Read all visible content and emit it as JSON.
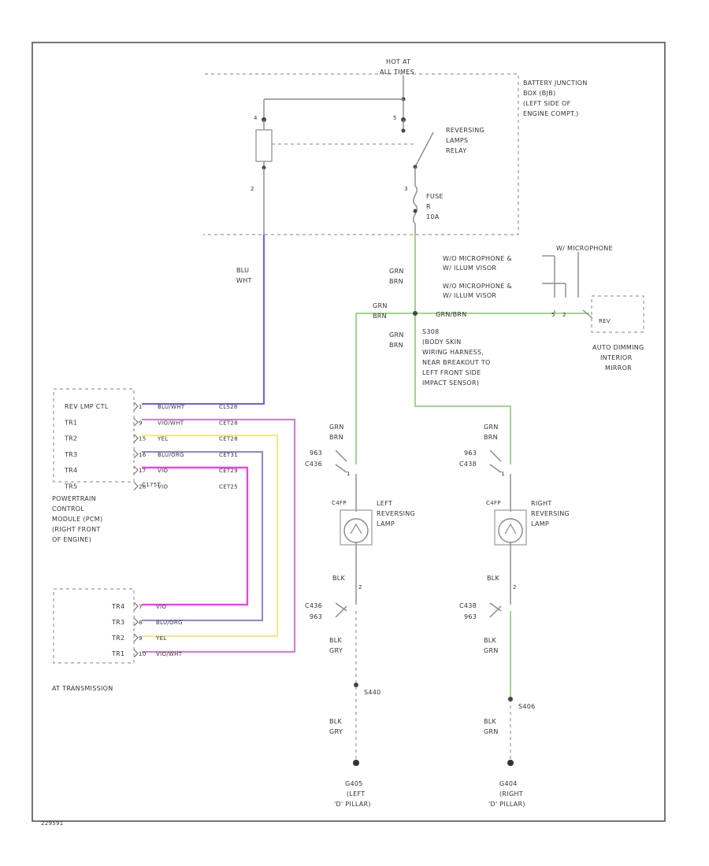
{
  "colors": {
    "blue_wire": "#6a5cff",
    "green_wire": "#9bd88a",
    "violet_wire": "#e070e8",
    "yellow_wire": "#eeee7a",
    "magenta_wire": "#ff33ff",
    "light_pink_wire": "#f2a0e0",
    "gray_wire": "#8a8a8a"
  },
  "header": {
    "hot_line1": "HOT AT",
    "hot_line2": "ALL TIMES"
  },
  "bjb": {
    "label": [
      "BATTERY JUNCTION",
      "BOX (BJB)",
      "(LEFT SIDE OF",
      "ENGINE COMPT.)"
    ],
    "relay_label": [
      "REVERSING",
      "LAMPS",
      "RELAY"
    ],
    "fuse_label": [
      "FUSE",
      "R",
      "10A"
    ],
    "pin_left_top": "4",
    "pin_left_bottom": "2",
    "pin_right_top": "5",
    "pin_right_bottom": "3"
  },
  "wires": {
    "blu_wht": [
      "BLU",
      "WHT"
    ],
    "grn_brn_top": [
      "GRN",
      "BRN"
    ],
    "grn_brn_mid": [
      "GRN",
      "BRN"
    ],
    "grn_brn_left": [
      "GRN",
      "BRN"
    ],
    "grn_brn_horiz": "GRN/BRN",
    "grn_brn_lower": [
      "GRN",
      "BRN"
    ]
  },
  "splice": {
    "label": [
      "S308",
      "(BODY SKIN",
      "WIRING HARNESS,",
      "NEAR BREAKOUT TO",
      "LEFT FRONT SIDE",
      "IMPACT SENSOR)"
    ]
  },
  "mirror": {
    "mic1": "W/ MICROPHONE",
    "mic2": [
      "W/O MICROPHONE &",
      "W/ ILLUM VISOR"
    ],
    "mic3": [
      "W/O MICROPHONE &",
      "W/ ILLUM VISOR"
    ],
    "pin_label": "REV",
    "pins": [
      "5",
      "2"
    ],
    "label": [
      "AUTO DIMMING",
      "INTERIOR",
      "MIRROR"
    ]
  },
  "pcm": {
    "pins": [
      "REV LMP CTL",
      "TR1",
      "TR2",
      "TR3",
      "TR4",
      "TR5"
    ],
    "pin_numbers": [
      "1",
      "9",
      "15",
      "16",
      "17",
      "28"
    ],
    "wire_names": [
      "BLU/WHT",
      "VIO/WHT",
      "YEL",
      "BLU/ORG",
      "VIO",
      "VIO"
    ],
    "circuit_ids": [
      "CLS28",
      "CET28",
      "CET28",
      "CET31",
      "CET29",
      "CET25"
    ],
    "connector": "C175T",
    "label": [
      "POWERTRAIN",
      "CONTROL",
      "MODULE (PCM)",
      "(RIGHT FRONT",
      "OF ENGINE)"
    ]
  },
  "transmission": {
    "pins": [
      "TR4",
      "TR3",
      "TR2",
      "TR1"
    ],
    "pin_numbers": [
      "7",
      "8",
      "9",
      "10"
    ],
    "wire_names": [
      "VIO",
      "BLU/ORG",
      "YEL",
      "VIO/WHT"
    ],
    "label": "AT TRANSMISSION"
  },
  "left_lamp": {
    "wire_top": [
      "GRN",
      "BRN"
    ],
    "conn_top": [
      "963",
      "C436"
    ],
    "pin_top": "1",
    "socket": "C4FP",
    "label": [
      "LEFT",
      "REVERSING",
      "LAMP"
    ],
    "wire_mid": "BLK",
    "pin_bottom": "2",
    "conn_bottom": [
      "C436",
      "963"
    ],
    "wire_bottom": [
      "BLK",
      "GRY"
    ],
    "splice": "S440",
    "wire_ground": [
      "BLK",
      "GRY"
    ],
    "ground_label": [
      "G405",
      "(LEFT",
      "'D' PILLAR)"
    ]
  },
  "right_lamp": {
    "wire_top": [
      "GRN",
      "BRN"
    ],
    "conn_top": [
      "963",
      "C438"
    ],
    "pin_top": "1",
    "socket": "C4FP",
    "label": [
      "RIGHT",
      "REVERSING",
      "LAMP"
    ],
    "wire_mid": "BLK",
    "pin_bottom": "2",
    "conn_bottom": [
      "C438",
      "963"
    ],
    "wire_bottom": [
      "BLK",
      "GRN"
    ],
    "splice": "S406",
    "wire_ground": [
      "BLK",
      "GRN"
    ],
    "ground_label": [
      "G404",
      "(RIGHT",
      "'D' PILLAR)"
    ]
  },
  "footer": {
    "code": "229591"
  }
}
